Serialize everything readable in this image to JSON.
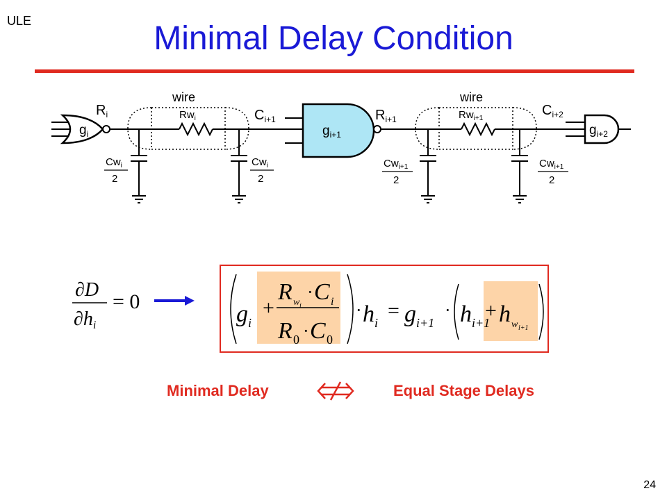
{
  "header": {
    "corner_label": "ULE",
    "title": "Minimal Delay Condition",
    "page_number": "24"
  },
  "circuit": {
    "wire_label_1": "wire",
    "wire_label_2": "wire",
    "gate_1": "g",
    "gate_1_sub": "i",
    "gate_2": "g",
    "gate_2_sub": "i+1",
    "gate_3": "g",
    "gate_3_sub": "i+2",
    "r1": "R",
    "r1_sub": "i",
    "r2": "R",
    "r2_sub": "i+1",
    "c1": "C",
    "c1_sub": "i+1",
    "c2": "C",
    "c2_sub": "i+2",
    "rw1": "Rw",
    "rw1_sub": "i",
    "rw2": "Rw",
    "rw2_sub": "i+1",
    "cw1": "Cw",
    "cw1_sub": "i",
    "cw2": "Cw",
    "cw2_sub": "i+1",
    "half": "2"
  },
  "condition": {
    "numerator": "∂D",
    "denominator": "∂h",
    "denominator_sub": "i",
    "rhs": "= 0"
  },
  "equation": {
    "g": "g",
    "sub_i": "i",
    "plus": "+",
    "R": "R",
    "w_sub": "w",
    "dot": "·",
    "C": "C",
    "zero": "0",
    "h": "h",
    "equals": "=",
    "sub_i1": "i+1",
    "sub_1": "1"
  },
  "footer": {
    "left": "Minimal Delay",
    "right": "Equal Stage Delays"
  }
}
